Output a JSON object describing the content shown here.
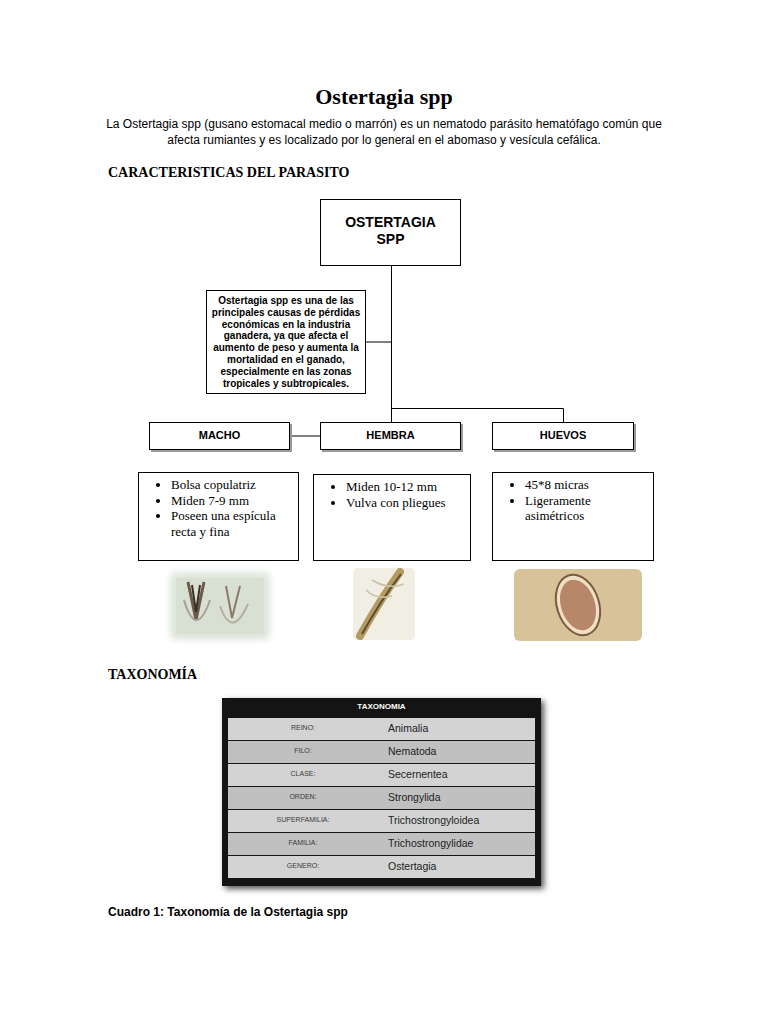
{
  "diagram": {
    "title": "Ostertagia spp",
    "caption": "Cuadro 1: Taxonomía de la Ostertagia spp",
    "nodes": [
      {
        "text": [
          "OSTERTAGIA SPP"
        ]
      },
      {
        "text": [
          "Ostertagia spp es una de las principales causas de pérdidas económicas en la industria ganadera, ya que afecta el aumento de peso y aumenta la mortalidad en el ganado, especialmente en las zonas tropicales y subtropicales."
        ]
      },
      {
        "text": [
          "MACHO"
        ]
      },
      {
        "text": [
          "HEMBRA"
        ]
      },
      {
        "text": [
          "HUEVOS"
        ]
      },
      {
        "text": [
          "Bolsa copulatriz",
          "Miden 7-9 mm",
          "Poseen una espícula recta y fina"
        ]
      },
      {
        "text": [
          "Miden 10-12 mm",
          "Vulva con pliegues"
        ]
      },
      {
        "text": [
          "45*8 micras",
          "Ligeramente asimétricos"
        ]
      }
    ],
    "edges": [
      {
        "from": 0,
        "to": 1,
        "arrow": "none"
      },
      {
        "from": 0,
        "to": 2,
        "arrow": "none"
      },
      {
        "from": 0,
        "to": 3,
        "arrow": "none"
      },
      {
        "from": 0,
        "to": 4,
        "arrow": "none"
      }
    ],
    "labels": [
      "La Ostertagia spp (gusano estomacal medio o marrón) es un nematodo parásito hematófago común que afecta rumiantes y es localizado por lo general en el abomaso y vesícula cefálica.",
      "CARACTERISTICAS DEL PARASITO",
      "TAXONOMÍA",
      "TAXONOMIA",
      "REINO:",
      "Animalia",
      "FILO:",
      "Nematoda",
      "CLASE:",
      "Secernentea",
      "ORDEN:",
      "Strongylida",
      "SUPERFAMILIA:",
      "Trichostrongyloidea",
      "FAMILIA:",
      "Trichostrongylidae",
      "GENERO:",
      "Ostertagia"
    ]
  }
}
